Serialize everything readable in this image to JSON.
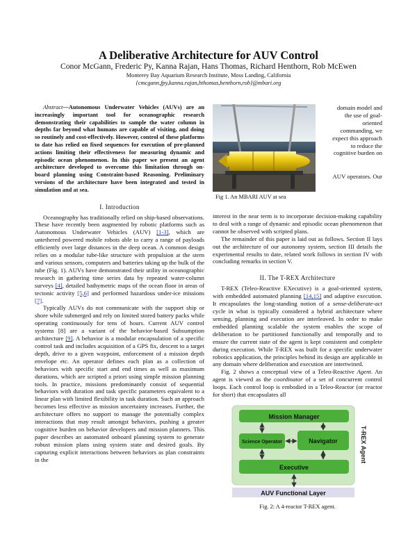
{
  "paper": {
    "title": "A Deliberative Architecture for AUV Control",
    "authors": "Conor McGann, Frederic Py, Kanna Rajan, Hans Thomas, Richard Henthorn, Rob McEwen",
    "affiliation": "Monterey Bay Aquarium Research Institute, Moss Landing, California",
    "emails": "{cmcgann,fpy,kanna.rajan,hthomas,henthorn,rob}@mbari.org",
    "abstract_label": "Abstract",
    "abstract_text": "—Autonomous Underwater Vehicles (AUVs) are an increasingly important tool for oceanographic research demonstrating their capabilities to sample the water column in depths far beyond what humans are capable of visiting, and doing so routinely and cost-effectively. However, control of these platforms to date has relied on fixed sequences for execution of pre-planned actions limiting their effectiveness for measuring dynamic and episodic ocean phenomenon. In this paper we present an agent architecture developed to overcome this limitation through on-board planning using Constraint-based Reasoning. Preliminary versions of the architecture have been integrated and tested in simulation and at sea."
  },
  "section1": {
    "heading": "I.  Introduction",
    "p1_a": "Oceanography has traditionally relied on ship-based observations. These have recently been augmented by robotic platforms such as Autonomous Underwater Vehicles (AUV) ",
    "c_1_3": "[1-3]",
    "p1_b": ", which are untethered powered mobile robots able to carry a range of payloads efficiently over large distances in the deep ocean. A common design relies on a modular tube-like structure with propulsion at the stern and various sensors, computers and batteries taking up the bulk of the tube (Fig. 1). AUVs have demonstrated their utility in oceanographic research in gathering time series data by repeated water-column surveys ",
    "c_4": "[4]",
    "p1_c": ", detailed bathymetric maps of the ocean floor in areas of tectonic activity ",
    "c_5_6": "[5,6]",
    "p1_d": " and performed hazardous under-ice missions ",
    "c_7": "[7]",
    "p1_e": ".",
    "p2_a": "Typically AUVs do not communicate with the support ship or shore while submerged and rely on limited stored battery packs while operating continuously for tens of hours. Current AUV control systems [8] are a variant of the behavior-based Subsumption architecture ",
    "c_9": "[9]",
    "p2_b": ". A behavior is a modular encapsulation of a specific control task and includes acquisition of a GPS fix, descent to a target depth, drive to a given waypoint, enforcement of a mission depth envelope etc. An operator defines each plan as a collection of behaviors with specific start and end times as well as maximum durations, which are scripted a priori using simple mission planning tools. In practice, missions predominantly consist of sequential behaviors with duration and task specific parameters equivalent to a linear plan with limited flexibility in task duration. Such an approach becomes less effective as mission uncertainty increases. Further, the architecture offers no support to manage the potentially complex interactions that may result amongst behaviors, pushing a greater cognitive burden on behavior developers and mission planners. This paper describes an automated onboard planning system to generate robust mission plans using system state and desired goals. By capturing explicit interactions between behaviors as plan constraints in the"
  },
  "figure1": {
    "caption": "Fig 1.  An MBARI AUV at sea",
    "wrap_lines": [
      "domain model and",
      "the use of goal-",
      "oriented",
      "commanding, we",
      "expect this approach",
      "to reduce the",
      "cognitive burden on"
    ],
    "wrap_tail": "AUV operators. Our",
    "continuation": "interest in the near term is to incorporate decision-making capability to deal with a range of dynamic and episodic ocean phenomenon that cannot be observed with scripted plans.",
    "p_remainder": "The remainder of this paper is laid out as follows. Section II lays out the architecture of our autonomy system, section III details the experimental results to date, related work follows in section IV with concluding remarks in section V."
  },
  "section2": {
    "heading": "II.  The T-REX Architecture",
    "p1_a": "T-REX (Teleo-Reactive EXecutive) is a goal-oriented system, with embedded automated planning ",
    "c_14_15": "[14,15]",
    "p1_b": " and adaptive execution. It encapsulates the long-standing notion of a ",
    "p1_em": "sense-deliberate-act",
    "p1_c": " cycle in what is typically considered a hybrid architecture where sensing, planning and execution are interleaved. In order to make embedded planning scalable the system enables the scope of deliberation to be partitioned functionally and temporally and to ensure the current state of the agent is kept consistent and complete during execution. While T-REX was built for a specific underwater robotics application, the principles behind its design are applicable in any domain where deliberation and execution are intertwined.",
    "p2_a": "Fig. 2 shows a conceptual view of a Teleo-Reactive ",
    "p2_em1": "Agent",
    "p2_b": ". An agent is viewed as the ",
    "p2_em2": "coordinator",
    "p2_c": " of a set of concurrent control loops. Each control loop is embodied in a Teleo-Reactor (or reactor for short) that encapsulates all"
  },
  "figure2": {
    "caption": "Fig. 2:  A 4-reactor T-REX agent.",
    "agent_label": "T-REX Agent",
    "mission_manager": "Mission Manager",
    "science_operator": "Science Operator",
    "navigator": "Navigator",
    "executive": "Executive",
    "functional_layer": "AUV Functional Layer",
    "colors": {
      "box_green": "#4caf3a",
      "panel": "#cfe8c4",
      "arrow": "#333333"
    }
  }
}
